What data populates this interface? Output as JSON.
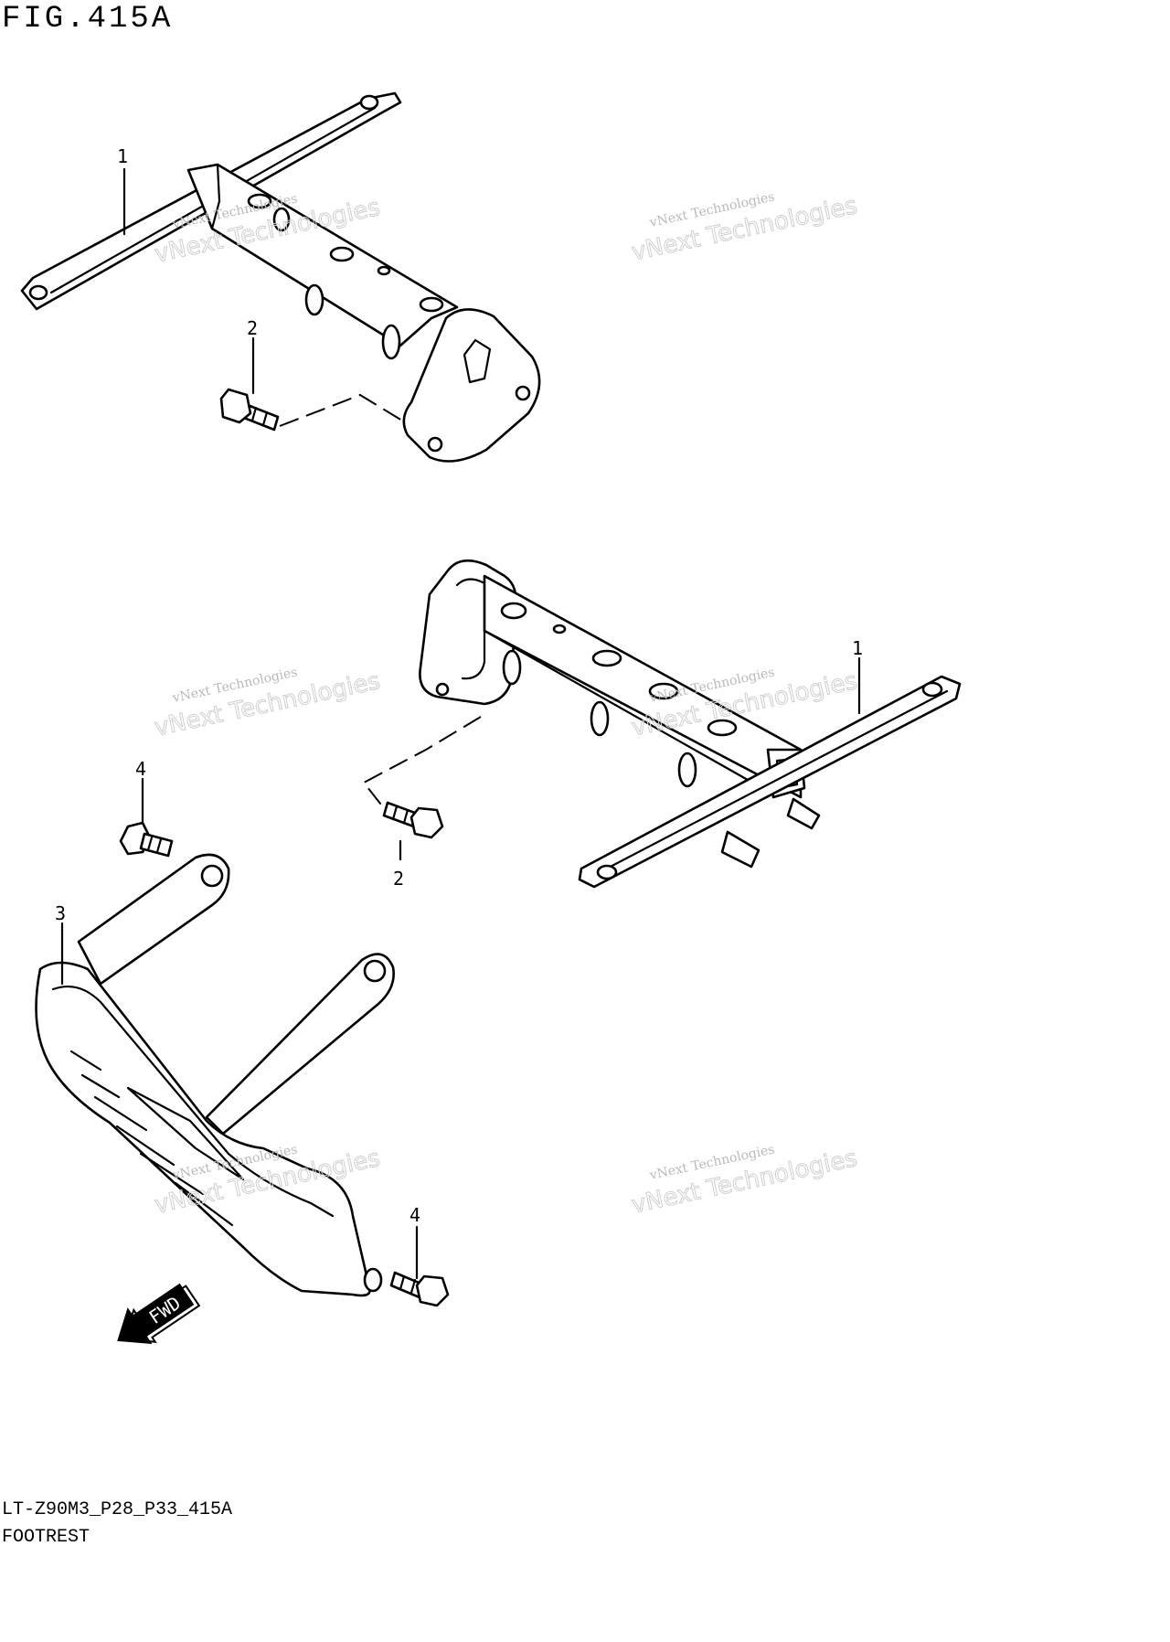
{
  "figure": {
    "title": "FIG.415A",
    "model_code": "LT-Z90M3_P28_P33_415A",
    "section_name": "FOOTREST"
  },
  "callouts": [
    "1",
    "2",
    "1",
    "2",
    "4",
    "3",
    "4"
  ],
  "direction_badge": "FWD",
  "watermark": {
    "line1": "vNext Technologies",
    "line2": "vNext Technologies"
  }
}
